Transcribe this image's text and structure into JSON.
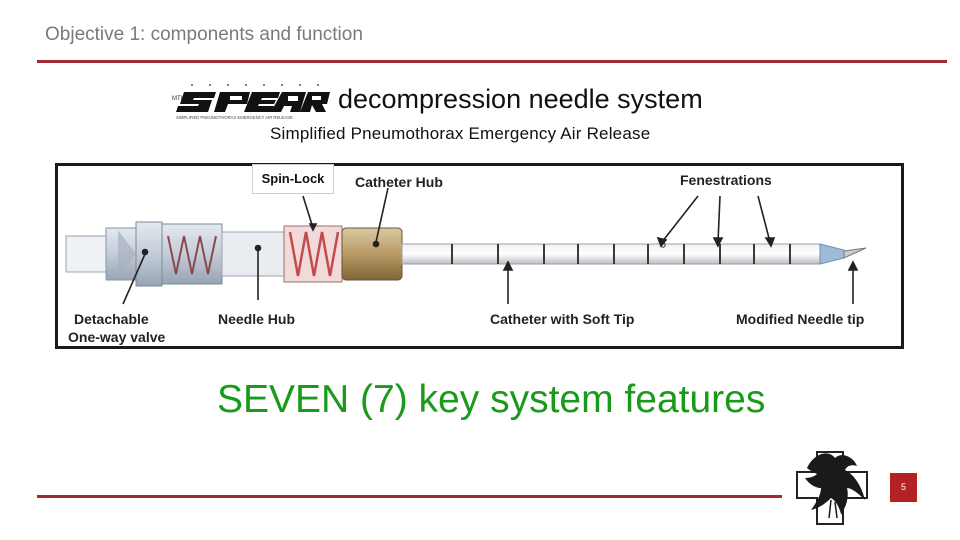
{
  "slide": {
    "title": "Objective 1: components and function",
    "logo_text": "SPEAR",
    "logo_tagline": "SIMPLIFIED PNEUMOTHORAX EMERGENCY AIR RELEASE",
    "headline": "decompression needle system",
    "subheadline": "Simplified Pneumothorax Emergency Air Release",
    "caption": "SEVEN (7) key system features",
    "page_number": "5",
    "accent_color": "#a32a33",
    "caption_color": "#1a9a1a"
  },
  "diagram": {
    "spin_lock_label": "Spin-Lock",
    "labels": {
      "catheter_hub": "Catheter Hub",
      "fenestrations": "Fenestrations",
      "detachable_line1": "Detachable",
      "detachable_line2": "One-way valve",
      "needle_hub": "Needle Hub",
      "catheter_soft_tip": "Catheter with Soft Tip",
      "modified_needle_tip": "Modified Needle tip"
    }
  }
}
